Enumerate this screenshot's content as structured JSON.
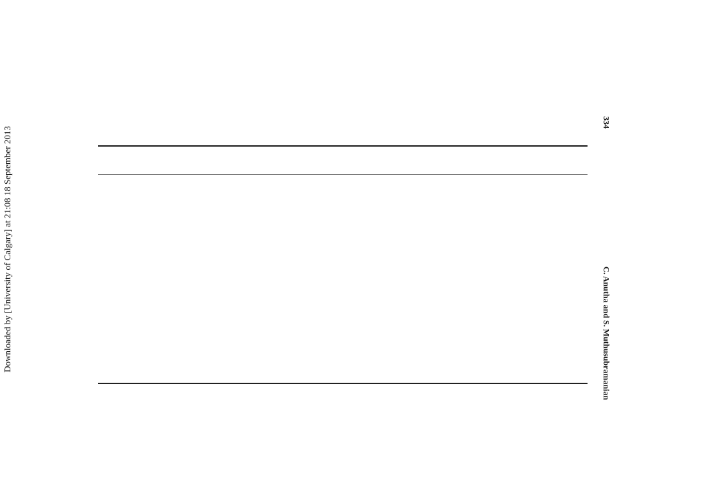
{
  "margin_note": "Downloaded by [University of Calgary] at 21:08 18 September 2013",
  "page_number": "334",
  "running_head": "C. Anutha and S. Muthusubramanian"
}
